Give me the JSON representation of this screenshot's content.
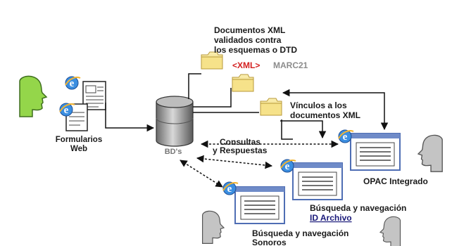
{
  "labels": {
    "docs_line1": "Documentos XML",
    "docs_line2": "validados contra",
    "docs_line3": "los esquemas o DTD",
    "xml_tag": "<XML>",
    "marc21": "MARC21",
    "forms_line1": "Formularios",
    "forms_line2": "Web",
    "db": "BD's",
    "links_line1": "Vínculos a los",
    "links_line2": "documentos XML",
    "queries_line1": "Consultas",
    "queries_line2": "y Respuestas",
    "opac": "OPAC Integrado",
    "search_nav_1": "Búsqueda y navegación",
    "id_archivo": "ID Archivo",
    "search_nav_2": "Búsqueda y navegación",
    "sonoros": "Sonoros"
  },
  "colors": {
    "head_green": "#94d64a",
    "head_gray": "#c4c4c4",
    "folder": "#f2dd80",
    "xml_red": "#d42020",
    "marc_gray": "#8c8c8c",
    "window_blue": "#4f6eb4",
    "ie_blue": "#2a72c8"
  },
  "icons": [
    "user-head-icon",
    "folder-icon",
    "database-icon",
    "browser-window-icon",
    "internet-explorer-icon",
    "web-form-icon"
  ]
}
